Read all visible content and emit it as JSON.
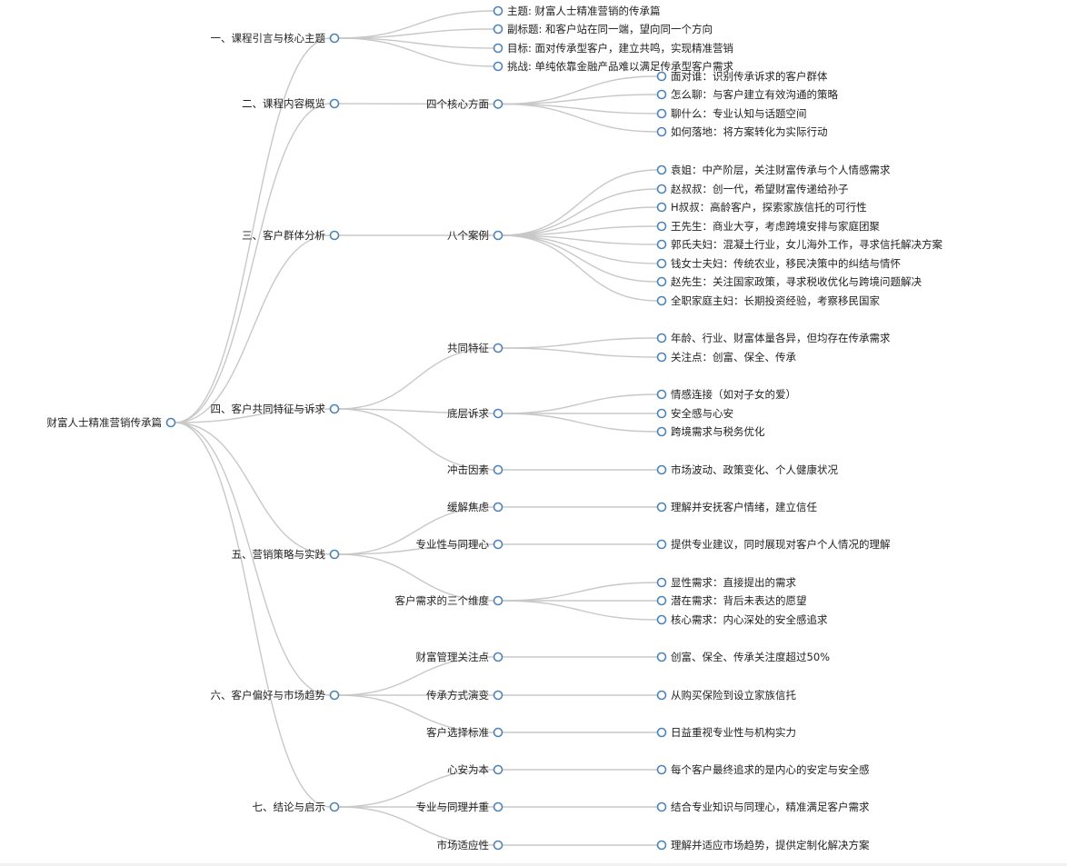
{
  "tree": {
    "label": "财富人士精准营销传承篇",
    "children": [
      {
        "label": "一、课程引言与核心主题",
        "children": [
          {
            "label": "主题: 财富人士精准营销的传承篇"
          },
          {
            "label": "副标题: 和客户站在同一端，望向同一个方向"
          },
          {
            "label": "目标: 面对传承型客户，建立共鸣，实现精准营销"
          },
          {
            "label": "挑战: 单纯依靠金融产品难以满足传承型客户需求"
          }
        ]
      },
      {
        "label": "二、课程内容概览",
        "children": [
          {
            "label": "四个核心方面",
            "children": [
              {
                "label": "面对谁：识别传承诉求的客户群体"
              },
              {
                "label": "怎么聊：与客户建立有效沟通的策略"
              },
              {
                "label": "聊什么：专业认知与话题空间"
              },
              {
                "label": "如何落地：将方案转化为实际行动"
              }
            ]
          }
        ]
      },
      {
        "label": "三、客户群体分析",
        "children": [
          {
            "label": "八个案例",
            "children": [
              {
                "label": "袁姐：中产阶层，关注财富传承与个人情感需求"
              },
              {
                "label": "赵叔叔：创一代，希望财富传递给孙子"
              },
              {
                "label": "H叔叔：高龄客户，探索家族信托的可行性"
              },
              {
                "label": "王先生：商业大亨，考虑跨境安排与家庭团聚"
              },
              {
                "label": "郭氏夫妇：混凝土行业，女儿海外工作，寻求信托解决方案"
              },
              {
                "label": "钱女士夫妇：传统农业，移民决策中的纠结与情怀"
              },
              {
                "label": "赵先生：关注国家政策，寻求税收优化与跨境问题解决"
              },
              {
                "label": "全职家庭主妇：长期投资经验，考察移民国家"
              }
            ]
          }
        ]
      },
      {
        "label": "四、客户共同特征与诉求",
        "children": [
          {
            "label": "共同特征",
            "children": [
              {
                "label": "年龄、行业、财富体量各异，但均存在传承需求"
              },
              {
                "label": "关注点：创富、保全、传承"
              }
            ]
          },
          {
            "label": "底层诉求",
            "children": [
              {
                "label": "情感连接（如对子女的爱）"
              },
              {
                "label": "安全感与心安"
              },
              {
                "label": "跨境需求与税务优化"
              }
            ]
          },
          {
            "label": "冲击因素",
            "children": [
              {
                "label": "市场波动、政策变化、个人健康状况"
              }
            ]
          }
        ]
      },
      {
        "label": "五、营销策略与实践",
        "children": [
          {
            "label": "缓解焦虑",
            "children": [
              {
                "label": "理解并安抚客户情绪，建立信任"
              }
            ]
          },
          {
            "label": "专业性与同理心",
            "children": [
              {
                "label": "提供专业建议，同时展现对客户个人情况的理解"
              }
            ]
          },
          {
            "label": "客户需求的三个维度",
            "children": [
              {
                "label": "显性需求：直接提出的需求"
              },
              {
                "label": "潜在需求：背后未表达的愿望"
              },
              {
                "label": "核心需求：内心深处的安全感追求"
              }
            ]
          }
        ]
      },
      {
        "label": "六、客户偏好与市场趋势",
        "children": [
          {
            "label": "财富管理关注点",
            "children": [
              {
                "label": "创富、保全、传承关注度超过50%"
              }
            ]
          },
          {
            "label": "传承方式演变",
            "children": [
              {
                "label": "从购买保险到设立家族信托"
              }
            ]
          },
          {
            "label": "客户选择标准",
            "children": [
              {
                "label": "日益重视专业性与机构实力"
              }
            ]
          }
        ]
      },
      {
        "label": "七、结论与启示",
        "children": [
          {
            "label": "心安为本",
            "children": [
              {
                "label": "每个客户最终追求的是内心的安定与安全感"
              }
            ]
          },
          {
            "label": "专业与同理并重",
            "children": [
              {
                "label": "结合专业知识与同理心，精准满足客户需求"
              }
            ]
          },
          {
            "label": "市场适应性",
            "children": [
              {
                "label": "理解并适应市场趋势，提供定制化解决方案"
              }
            ]
          }
        ]
      }
    ]
  }
}
